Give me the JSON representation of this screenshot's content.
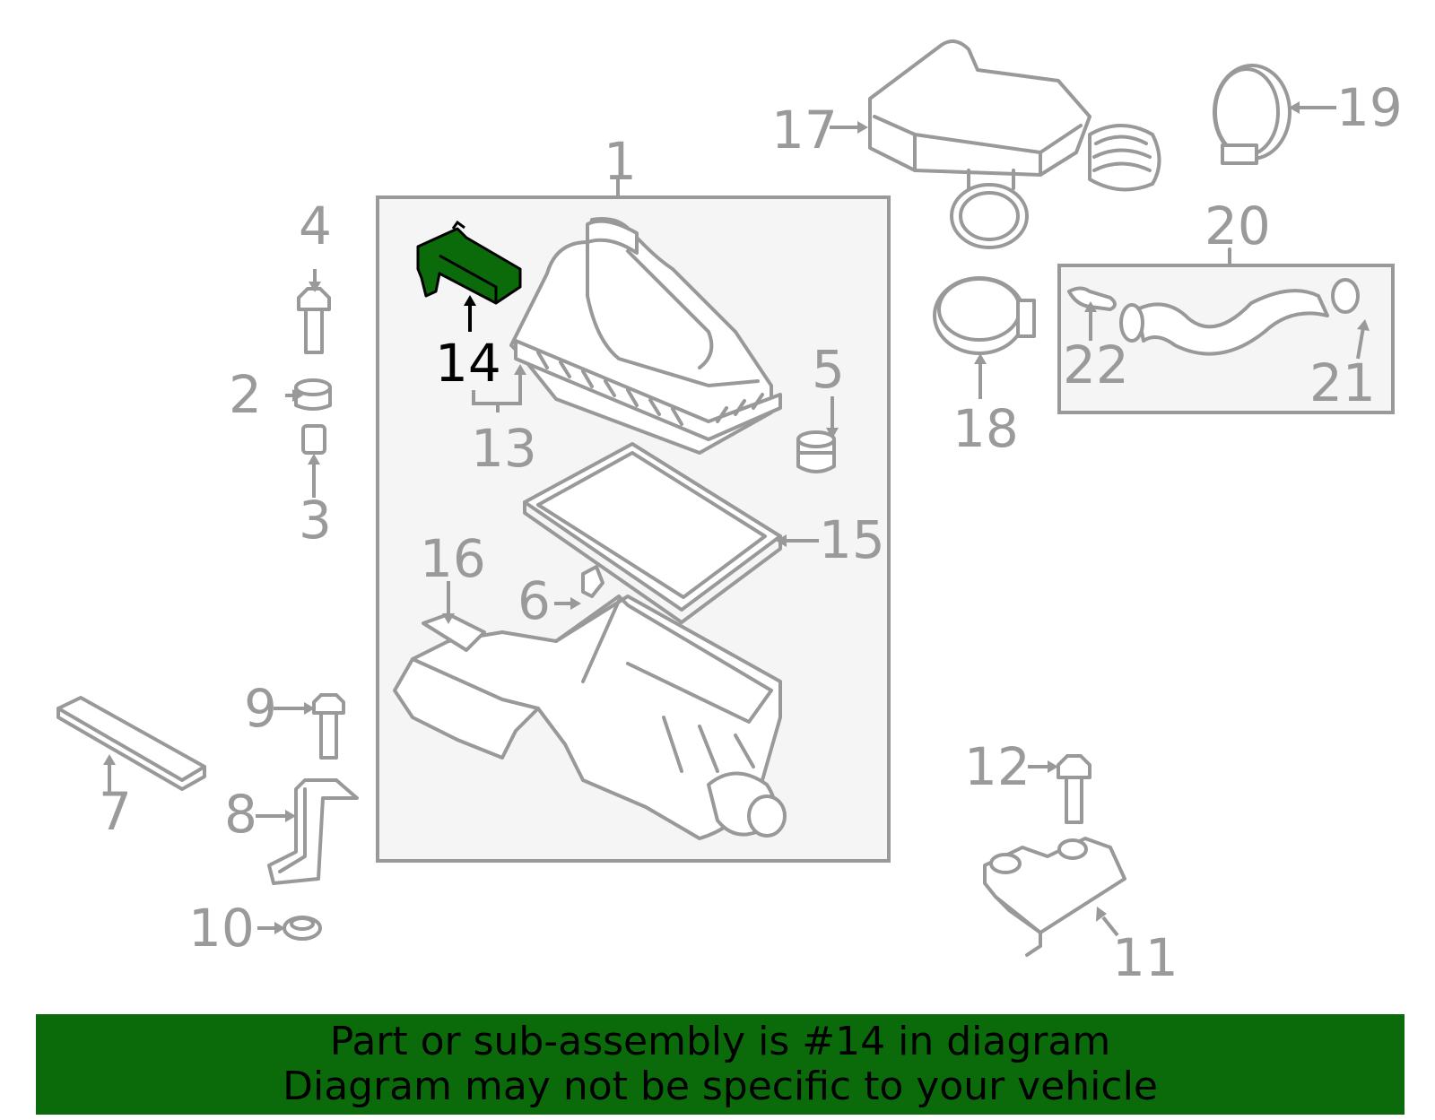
{
  "diagram": {
    "callouts": [
      {
        "id": "1",
        "label": "1"
      },
      {
        "id": "2",
        "label": "2"
      },
      {
        "id": "3",
        "label": "3"
      },
      {
        "id": "4",
        "label": "4"
      },
      {
        "id": "5",
        "label": "5"
      },
      {
        "id": "6",
        "label": "6"
      },
      {
        "id": "7",
        "label": "7"
      },
      {
        "id": "8",
        "label": "8"
      },
      {
        "id": "9",
        "label": "9"
      },
      {
        "id": "10",
        "label": "10"
      },
      {
        "id": "11",
        "label": "11"
      },
      {
        "id": "12",
        "label": "12"
      },
      {
        "id": "13",
        "label": "13"
      },
      {
        "id": "14",
        "label": "14"
      },
      {
        "id": "15",
        "label": "15"
      },
      {
        "id": "16",
        "label": "16"
      },
      {
        "id": "17",
        "label": "17"
      },
      {
        "id": "18",
        "label": "18"
      },
      {
        "id": "19",
        "label": "19"
      },
      {
        "id": "20",
        "label": "20"
      },
      {
        "id": "21",
        "label": "21"
      },
      {
        "id": "22",
        "label": "22"
      }
    ],
    "highlighted_part": "14",
    "colors": {
      "line": "#999999",
      "box_fill": "#f5f5f5",
      "highlight_fill": "#0b6b0b",
      "banner_bg": "#0b6b0b",
      "banner_text": "#000000"
    }
  },
  "banner": {
    "line1": "Part or sub-assembly is #14 in diagram",
    "line2": "Diagram may not be specific to your vehicle"
  }
}
